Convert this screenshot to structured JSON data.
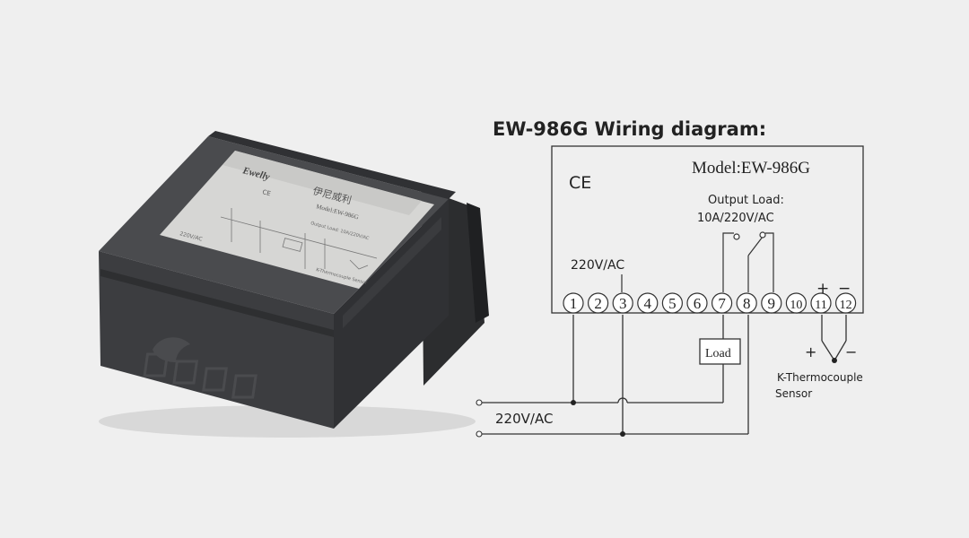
{
  "diagram": {
    "heading": "EW-986G  Wiring diagram:",
    "box_model": "Model:EW-986G",
    "ce_mark": "CE",
    "output_load_line1": "Output Load:",
    "output_load_line2": "10A/220V/AC",
    "supply_top": "220V/AC",
    "supply_bottom": "220V/AC",
    "load_label": "Load",
    "sensor_line1": "K-Thermocouple",
    "sensor_line2": "Sensor",
    "terminals": [
      "1",
      "2",
      "3",
      "4",
      "5",
      "6",
      "7",
      "8",
      "9",
      "10",
      "11",
      "12"
    ],
    "plus": "+",
    "minus": "−"
  },
  "device": {
    "brand": "Ewelly",
    "model_label": "Model:EW-986G",
    "voltage_label": "220V/AC",
    "sensor_label": "K-Thermocouple Sensor",
    "ce_mark": "CE",
    "output_label": "Output Load: 10A/220V/AC",
    "body_color": "#3a3b3d",
    "label_color": "#d6d6d4"
  }
}
